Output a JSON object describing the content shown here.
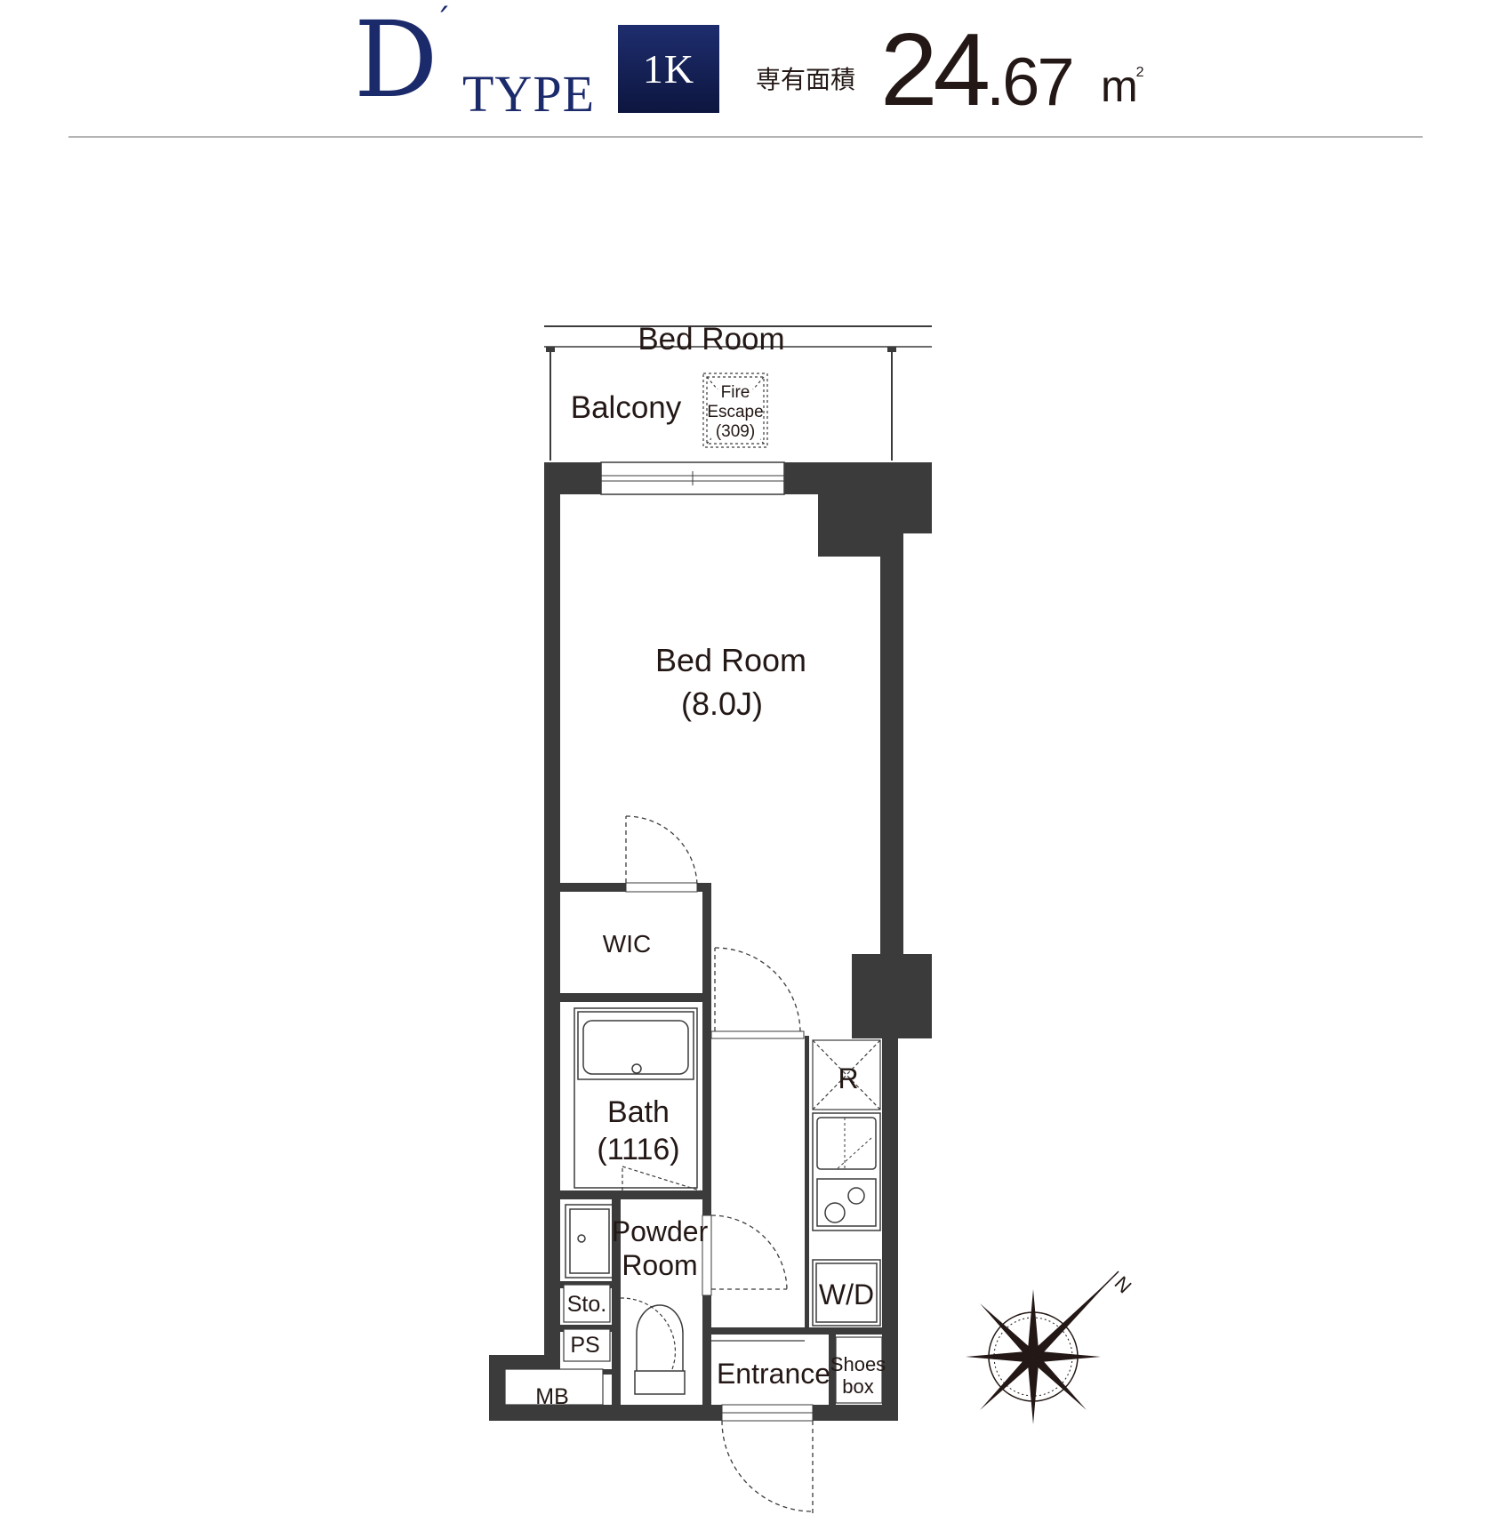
{
  "header": {
    "type_letter": "D",
    "type_prime": "´",
    "type_word": "TYPE",
    "plan_badge": "1K",
    "area_label": "専有面積",
    "area_int": "24",
    "area_dec": ".67",
    "area_unit": "m",
    "area_unit_sup": "2"
  },
  "plan": {
    "labels": {
      "bedroom_top": "Bed Room",
      "balcony": "Balcony",
      "fire_escape_1": "Fire",
      "fire_escape_2": "Escape",
      "fire_escape_3": "(309)",
      "bedroom": "Bed Room",
      "bedroom_size": "(8.0J)",
      "wic": "WIC",
      "bath": "Bath",
      "bath_size": "(1116)",
      "powder_1": "Powder",
      "powder_2": "Room",
      "sto": "Sto.",
      "ps": "PS",
      "mb": "MB",
      "entrance": "Entrance",
      "shoes_1": "Shoes",
      "shoes_2": "box",
      "fridge": "R",
      "washer": "W/D",
      "north": "N"
    }
  },
  "colors": {
    "title_navy": "#1b2a6b",
    "wall": "#3b3b3b",
    "text": "#231815",
    "rule": "#b4b4b4"
  },
  "icons": [
    "compass-rose-icon"
  ]
}
